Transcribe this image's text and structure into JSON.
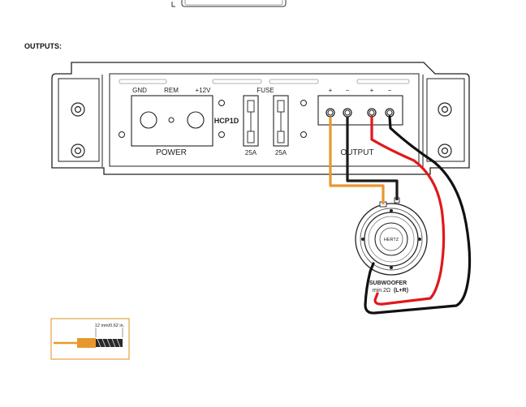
{
  "section_title": "OUTPUTS:",
  "amp": {
    "terminals": {
      "gnd": "GND",
      "rem": "REM",
      "v12": "+12V"
    },
    "power_label": "POWER",
    "fuse_label": "FUSE",
    "model": "HCP1D",
    "fuse_ratings": [
      "25A",
      "25A"
    ],
    "output_label": "OUTPUT",
    "output_polarity": [
      "+",
      "−",
      "+",
      "−"
    ]
  },
  "subwoofer": {
    "label": "SUBWOOFER",
    "impedance": "min 2Ω",
    "channels": "(L+R)",
    "cone_text": "HERTZ"
  },
  "strip_spec": "12 mm/0.62 in.",
  "colors": {
    "wire_positive_left": "#e8972e",
    "wire_negative_left": "#1a1a1a",
    "wire_positive_right": "#e0181b",
    "wire_negative_right": "#111111",
    "accent_orange": "#e8972e"
  }
}
